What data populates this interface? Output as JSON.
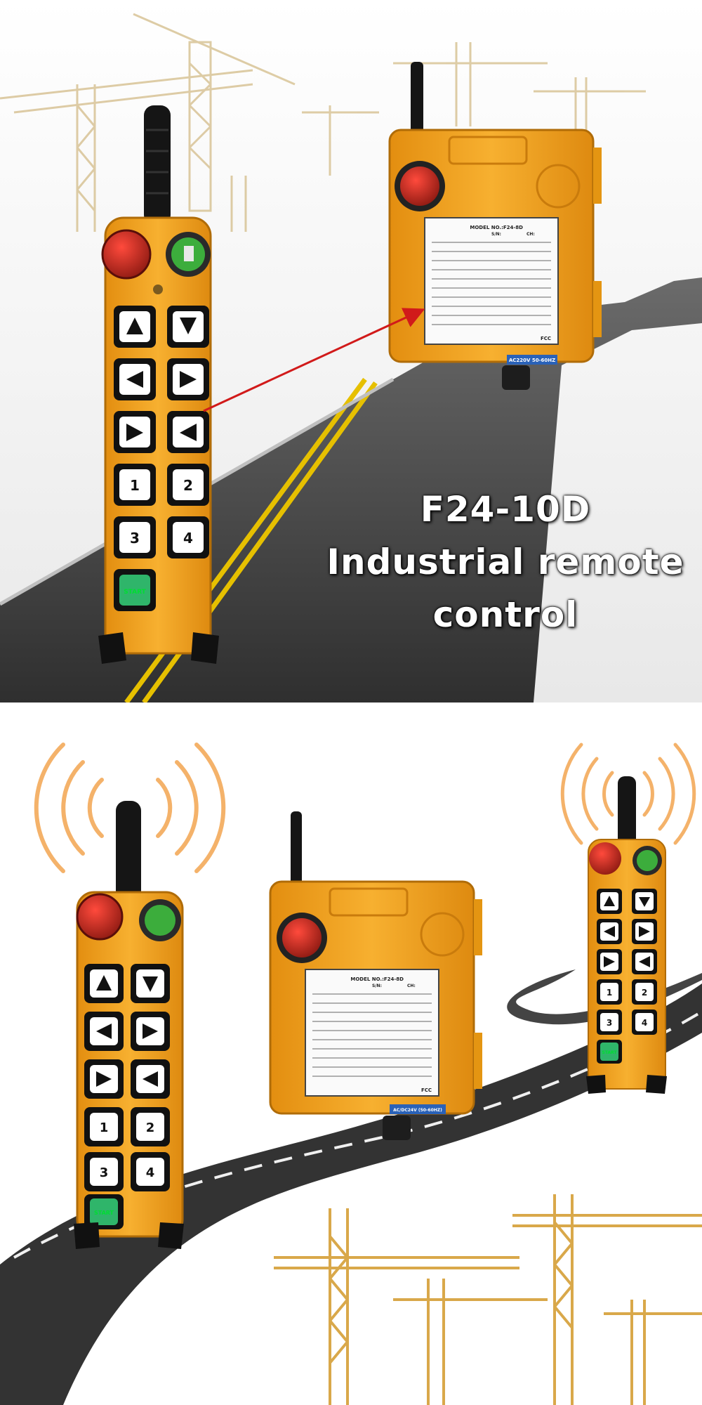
{
  "headline": {
    "model": "F24-10D",
    "line2": "Industrial remote",
    "line3": "control"
  },
  "transmitter": {
    "number_keys": [
      "1",
      "2",
      "3",
      "4"
    ],
    "start_label": "START"
  },
  "receiver": {
    "plate_title": "MODEL NO.:F24-8D",
    "plate_sn": "S/N:",
    "plate_ch": "CH:",
    "plate_marks": "FCC",
    "voltage_top": "AC220V 50-60HZ",
    "voltage_bottom": "AC/DC24V (50-60HZ)"
  },
  "colors": {
    "housing": "#f2a41e",
    "housing_dark": "#c97b0c",
    "estop": "#b8322a",
    "green_knob": "#3cad3c",
    "arrow": "#d11a1a",
    "signal": "#f4b26a",
    "crane": "#d9a84a",
    "road": "#3a3a3a",
    "road_line": "#e6c000"
  }
}
